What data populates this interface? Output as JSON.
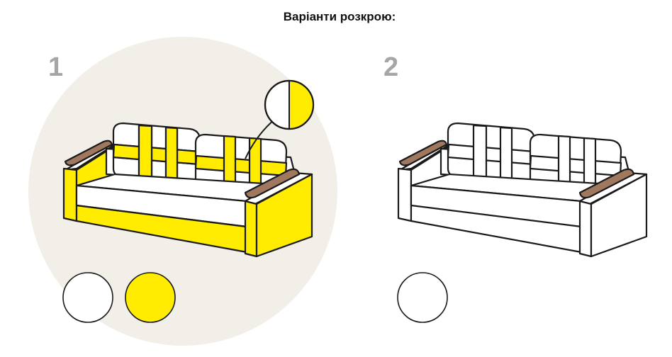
{
  "page_title": "Варіанти розкрою:",
  "options": [
    {
      "number": "1",
      "swatches": [
        "#ffffff",
        "#ffec00"
      ]
    },
    {
      "number": "2",
      "swatches": [
        "#ffffff"
      ]
    }
  ],
  "colors": {
    "accent_yellow": "#ffec00",
    "wood": "#a0785f",
    "background_circle": "#f2efe8",
    "outline": "#1a1a1a"
  }
}
